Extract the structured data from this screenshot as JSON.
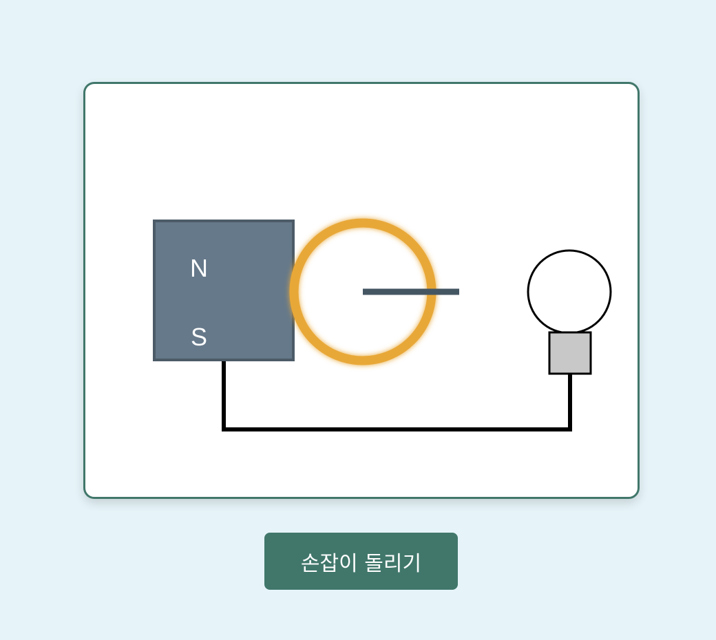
{
  "diagram": {
    "magnet": {
      "north_label": "N",
      "south_label": "S",
      "color": "#66798a"
    },
    "coil_color": "#e8a838",
    "handle_color": "#455663",
    "bulb_base_color": "#c8c8c8",
    "wire_color": "#000000"
  },
  "controls": {
    "turn_handle_label": "손잡이 돌리기"
  },
  "colors": {
    "background": "#e6f4f9",
    "card_border": "#41776b",
    "button": "#41776b"
  }
}
